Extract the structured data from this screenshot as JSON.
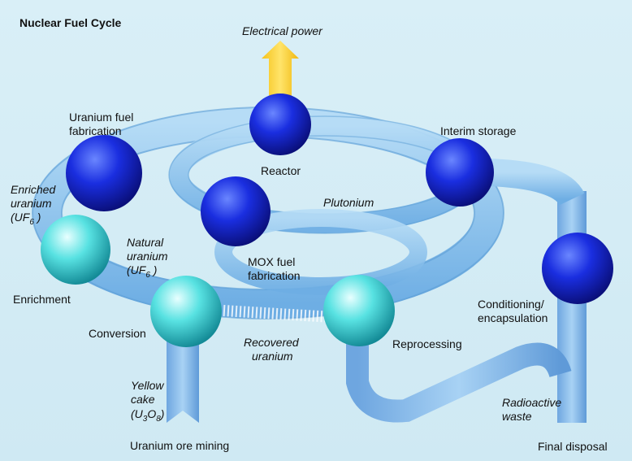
{
  "title": "Nuclear Fuel Cycle",
  "labels": {
    "electrical_power": "Electrical power",
    "reactor": "Reactor",
    "uranium_fuel_fabrication_1": "Uranium fuel",
    "uranium_fuel_fabrication_2": "fabrication",
    "interim_storage": "Interim storage",
    "enriched_1": "Enriched",
    "enriched_2": "uranium",
    "enriched_3a": "(UF",
    "enriched_3b": "6",
    "enriched_3c": " )",
    "plutonium": "Plutonium",
    "natural_1": "Natural",
    "natural_2": "uranium",
    "natural_3a": "(UF",
    "natural_3b": "6",
    "natural_3c": " )",
    "mox_1": "MOX fuel",
    "mox_2": "fabrication",
    "enrichment": "Enrichment",
    "conditioning_1": "Conditioning/",
    "conditioning_2": "encapsulation",
    "conversion": "Conversion",
    "recovered_1": "Recovered",
    "recovered_2": "uranium",
    "reprocessing": "Reprocessing",
    "yellow_1": "Yellow",
    "yellow_2": "cake",
    "yellow_3a": "(U",
    "yellow_3b": "3",
    "yellow_3c": "O",
    "yellow_3d": "8",
    "yellow_3e": ")",
    "radioactive_1": "Radioactive",
    "radioactive_2": "waste",
    "uranium_ore_mining": "Uranium ore mining",
    "final_disposal": "Final disposal"
  },
  "colors": {
    "background": "#d7eef6",
    "ribbon": "#8cc4ec",
    "ribbon_dark": "#5d9fd6",
    "sphere_blue": "#1420c8",
    "sphere_cyan": "#4fe0e0",
    "power_arrow": "#ffd84a"
  }
}
